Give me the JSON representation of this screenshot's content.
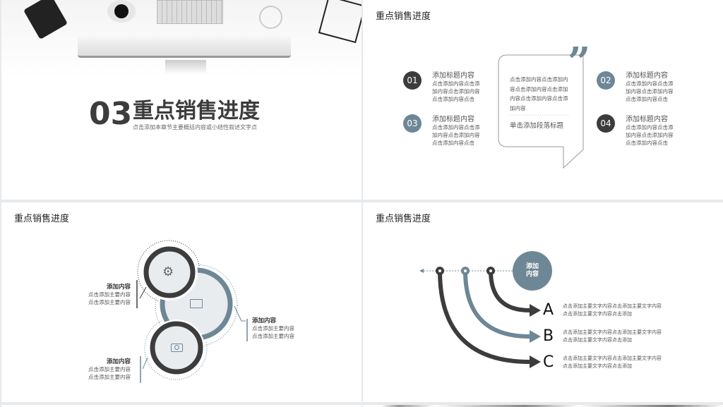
{
  "colors": {
    "dark": "#3c3c3c",
    "slate": "#6e8796",
    "bg": "#e6eaed"
  },
  "slide1": {
    "number": "03",
    "title": "重点销售进度",
    "subtitle": "点击添加本章节主要概括内容或小结性叙述文字点"
  },
  "slide2": {
    "title": "重点销售进度",
    "items": [
      {
        "num": "01",
        "heading": "添加标题内容",
        "body": "点击添加内容点击添加内容点击添加内容点击添加内容点击"
      },
      {
        "num": "02",
        "heading": "添加标题内容",
        "body": "点击添加内容点击添加内容点击添加内容点击添加内容点击"
      },
      {
        "num": "03",
        "heading": "添加标题内容",
        "body": "点击添加内容点击添加内容点击添加内容点击添加内容点击"
      },
      {
        "num": "04",
        "heading": "添加标题内容",
        "body": "点击添加内容点击添加内容点击添加内容点击添加内容点击"
      }
    ],
    "quote_body": "点击添加内容点击添加内容点击添加内容点击添加内容点击添加内容点击添加内容",
    "quote_heading": "单击添加段落标题",
    "quote_mark": "”"
  },
  "slide3": {
    "title": "重点销售进度",
    "labels": [
      {
        "heading": "添加内容",
        "line1": "点击添加主要内容",
        "line2": "点击添加主要内容"
      },
      {
        "heading": "添加内容",
        "line1": "点击添加主要内容",
        "line2": "点击添加主要内容"
      },
      {
        "heading": "添加内容",
        "line1": "点击添加主要内容",
        "line2": "点击添加主要内容"
      }
    ]
  },
  "slide4": {
    "title": "重点销售进度",
    "badge": "添加\n内容",
    "rows": [
      {
        "letter": "A",
        "line1": "点击添加主要文字内容点击添加主要文字内容",
        "line2": "点击添加主要文字内容点击添加"
      },
      {
        "letter": "B",
        "line1": "点击添加主要文字内容点击添加主要文字内容",
        "line2": "点击添加主要文字内容点击添加"
      },
      {
        "letter": "C",
        "line1": "点击添加主要文字内容点击添加主要文字内容",
        "line2": "点击添加主要文字内容点击添加"
      }
    ]
  }
}
